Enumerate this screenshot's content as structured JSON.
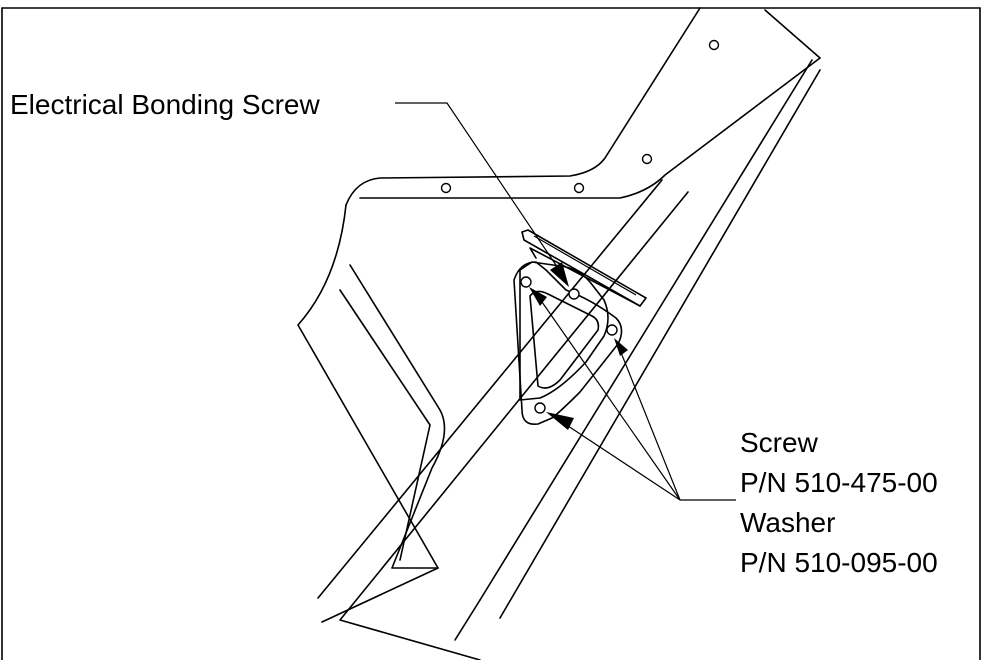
{
  "diagram": {
    "callouts": {
      "bonding_screw": "Electrical Bonding Screw",
      "screw": "Screw",
      "screw_pn": "P/N 510-475-00",
      "washer": "Washer",
      "washer_pn": "P/N 510-095-00"
    }
  }
}
